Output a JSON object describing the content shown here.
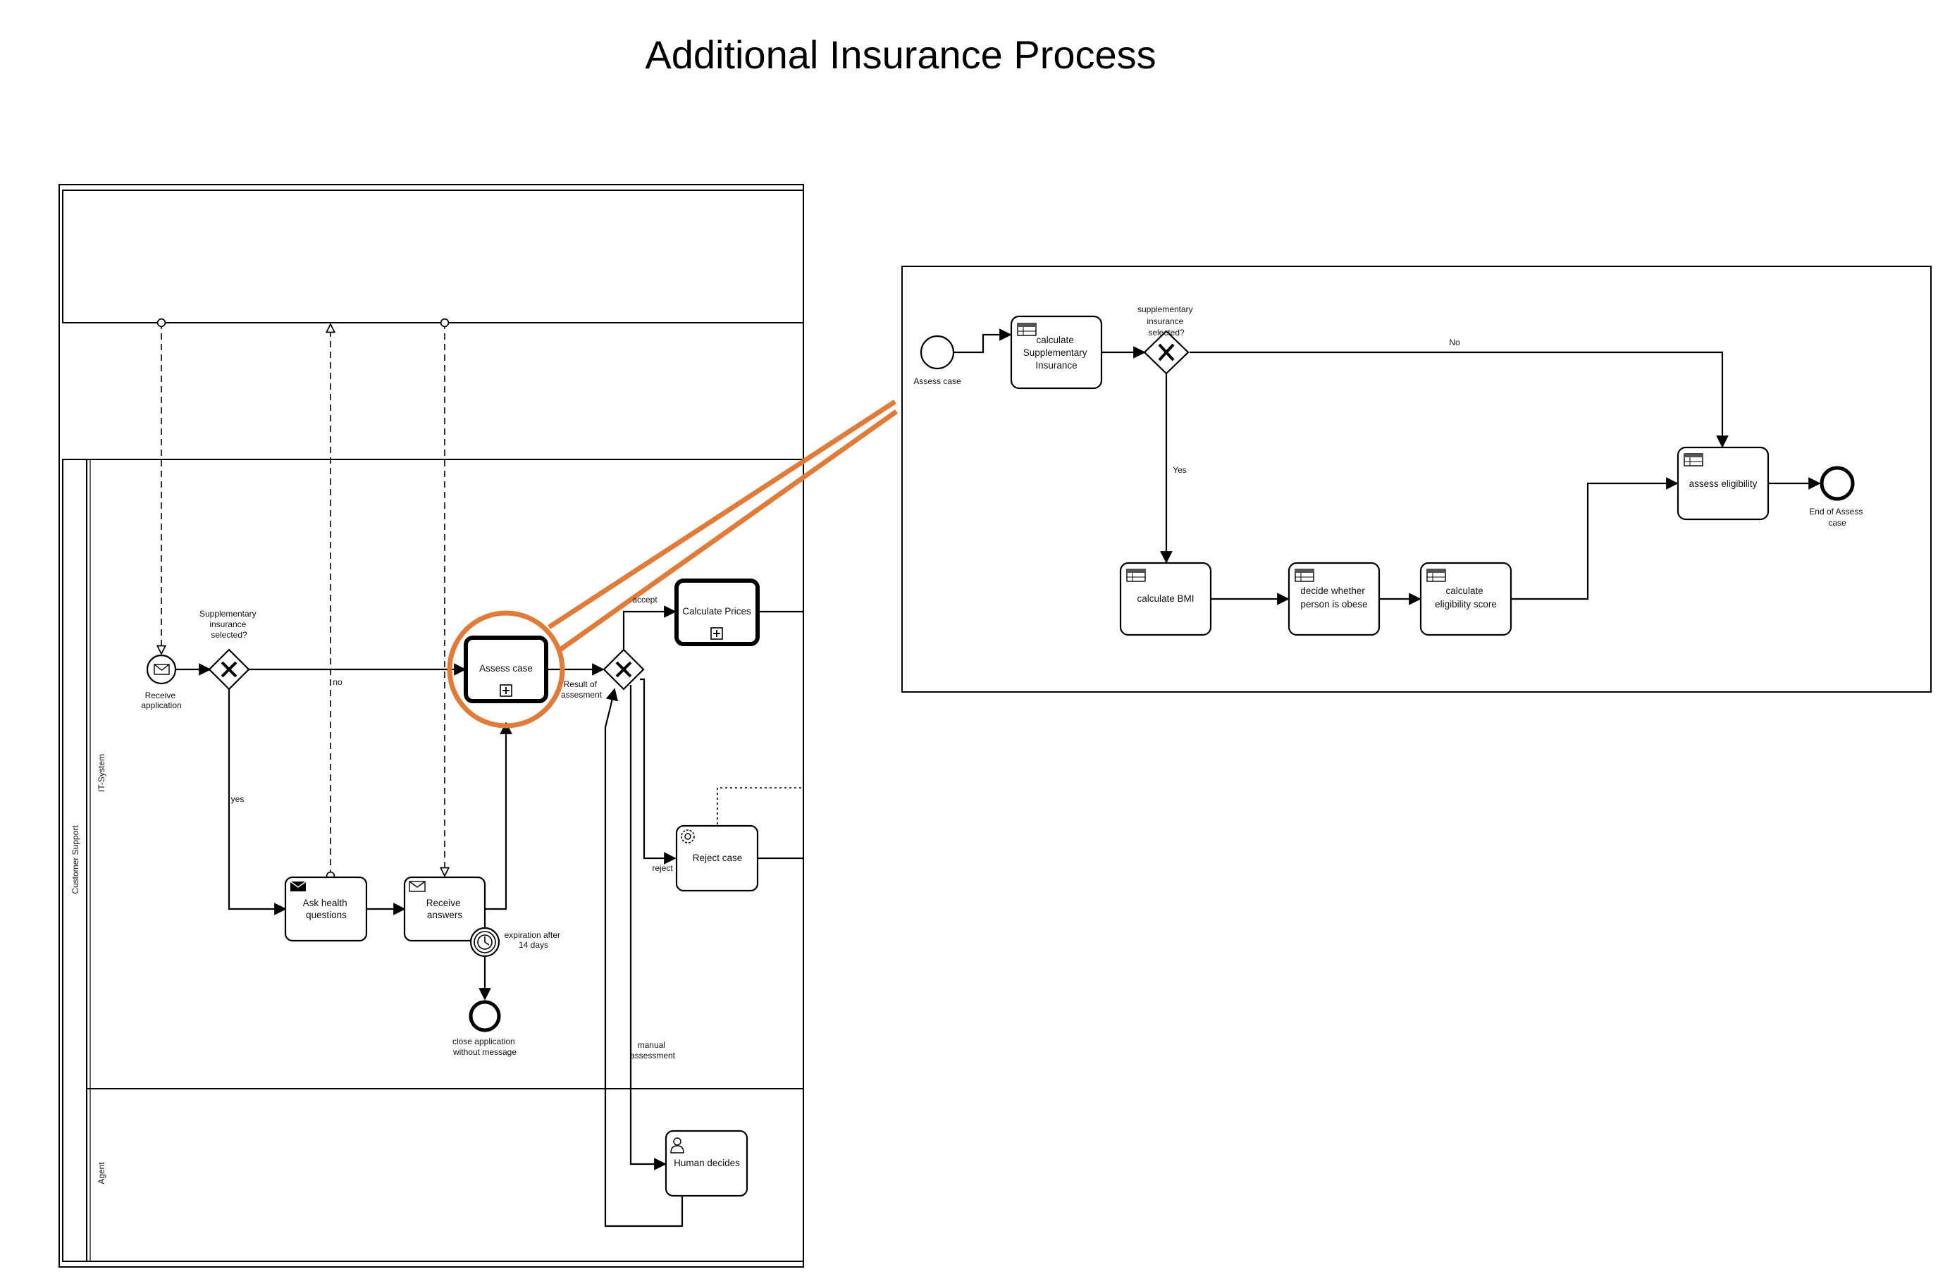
{
  "title": "Additional Insurance Process",
  "main_process": {
    "lanes": {
      "lane_parent": "Customer Support",
      "lane_it": "IT-System",
      "lane_agent": "Agent"
    },
    "events": {
      "start": [
        "Receive",
        "application"
      ],
      "timer": [
        "expiration after",
        "14 days"
      ],
      "end": [
        "close application",
        "without message"
      ]
    },
    "gateways": {
      "supplementary": [
        "Supplementary",
        "insurance",
        "selected?"
      ],
      "result": [
        "Result of",
        "assesment"
      ]
    },
    "tasks": {
      "assess_case": "Assess case",
      "calculate_prices": "Calculate Prices",
      "ask_health": [
        "Ask health",
        "questions"
      ],
      "receive_answers": [
        "Receive",
        "answers"
      ],
      "reject_case": "Reject case",
      "human_decides": "Human decides"
    },
    "flow_labels": {
      "no": "no",
      "yes": "yes",
      "accept": "accept",
      "reject": "reject",
      "manual": [
        "manual",
        "assessment"
      ]
    }
  },
  "subprocess": {
    "start": "Assess case",
    "end": [
      "End of Assess",
      "case"
    ],
    "gateway": [
      "supplementary",
      "insurance",
      "selected?"
    ],
    "flow_labels": {
      "no": "No",
      "yes": "Yes"
    },
    "tasks": {
      "calc_supp": [
        "calculate",
        "Supplementary",
        "Insurance"
      ],
      "assess_elig": "assess eligibility",
      "calc_bmi": "calculate BMI",
      "decide_obese": [
        "decide whether",
        "person is obese"
      ],
      "calc_elig_score": [
        "calculate",
        "eligibility score"
      ]
    }
  },
  "colors": {
    "highlight": "#E07B39",
    "stroke": "#000000"
  },
  "icons": [
    "envelope-icon",
    "timer-icon",
    "gear-icon",
    "user-icon",
    "table-icon",
    "plus-square-icon",
    "x-icon"
  ]
}
